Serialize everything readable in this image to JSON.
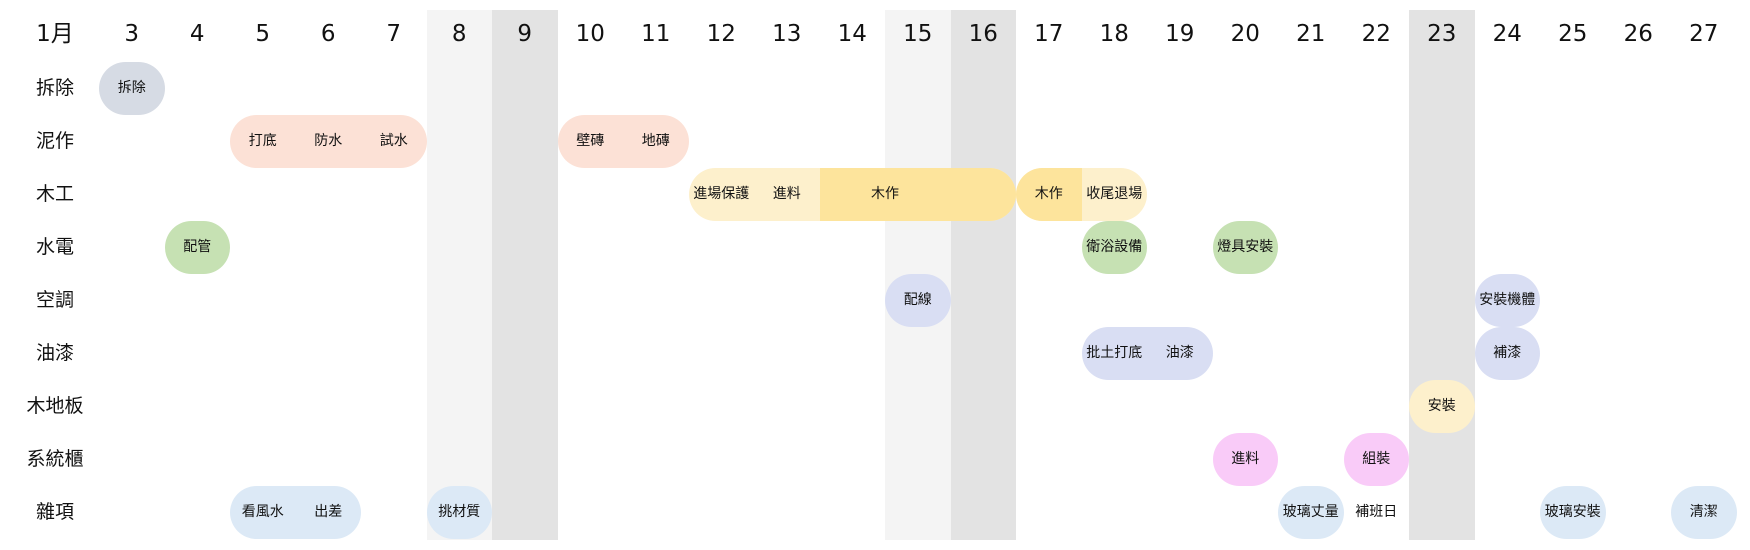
{
  "chart_data": {
    "type": "gantt",
    "month_label": "1月",
    "days": [
      3,
      4,
      5,
      6,
      7,
      8,
      9,
      10,
      11,
      12,
      13,
      14,
      15,
      16,
      17,
      18,
      19,
      20,
      21,
      22,
      23,
      24,
      25,
      26,
      27
    ],
    "shaded_days": [
      {
        "day": 8,
        "tone": "light"
      },
      {
        "day": 9,
        "tone": "dark"
      },
      {
        "day": 15,
        "tone": "light"
      },
      {
        "day": 16,
        "tone": "dark"
      },
      {
        "day": 23,
        "tone": "dark"
      }
    ],
    "rows": [
      "拆除",
      "泥作",
      "木工",
      "水電",
      "空調",
      "油漆",
      "木地板",
      "系統櫃",
      "雜項"
    ],
    "colors": {
      "gray": "#d6dbe4",
      "peach": "#fce1d6",
      "cream": "#fdf0cc",
      "yellow": "#fde49c",
      "green": "#c6e1b3",
      "lavender": "#d9def3",
      "pink": "#f9cbf8",
      "skyblue": "#dce9f6"
    },
    "tasks": [
      {
        "row": 0,
        "start": 3,
        "end": 3,
        "color": "gray",
        "labels": [
          {
            "day": 3,
            "text": "拆除"
          }
        ]
      },
      {
        "row": 1,
        "start": 5,
        "end": 7,
        "color": "peach",
        "labels": [
          {
            "day": 5,
            "text": "打底"
          },
          {
            "day": 6,
            "text": "防水"
          },
          {
            "day": 7,
            "text": "試水"
          }
        ]
      },
      {
        "row": 1,
        "start": 10,
        "end": 11,
        "color": "peach",
        "labels": [
          {
            "day": 10,
            "text": "壁磚"
          },
          {
            "day": 11,
            "text": "地磚"
          }
        ]
      },
      {
        "row": 2,
        "start": 12,
        "end": 16,
        "color": "cream",
        "segments": [
          {
            "start": 14,
            "end": 16,
            "color": "yellow"
          }
        ],
        "labels": [
          {
            "day": 12,
            "text": "進場保護"
          },
          {
            "day": 13,
            "text": "進料"
          },
          {
            "day": 14.5,
            "text": "木作"
          }
        ]
      },
      {
        "row": 2,
        "start": 17,
        "end": 18,
        "color": "cream",
        "segments": [
          {
            "start": 17,
            "end": 17,
            "color": "yellow"
          }
        ],
        "labels": [
          {
            "day": 17,
            "text": "木作"
          },
          {
            "day": 18,
            "text": "收尾退場"
          }
        ]
      },
      {
        "row": 3,
        "start": 4,
        "end": 4,
        "color": "green",
        "labels": [
          {
            "day": 4,
            "text": "配管"
          }
        ]
      },
      {
        "row": 3,
        "start": 18,
        "end": 18,
        "color": "green",
        "labels": [
          {
            "day": 18,
            "text": "衛浴設備"
          }
        ]
      },
      {
        "row": 3,
        "start": 20,
        "end": 20,
        "color": "green",
        "labels": [
          {
            "day": 20,
            "text": "燈具安裝"
          }
        ]
      },
      {
        "row": 4,
        "start": 15,
        "end": 15,
        "color": "lavender",
        "labels": [
          {
            "day": 15,
            "text": "配線"
          }
        ]
      },
      {
        "row": 4,
        "start": 24,
        "end": 24,
        "color": "lavender",
        "labels": [
          {
            "day": 24,
            "text": "安裝機體"
          }
        ]
      },
      {
        "row": 5,
        "start": 18,
        "end": 19,
        "color": "lavender",
        "labels": [
          {
            "day": 18,
            "text": "批土打底"
          },
          {
            "day": 19,
            "text": "油漆"
          }
        ]
      },
      {
        "row": 5,
        "start": 24,
        "end": 24,
        "color": "lavender",
        "labels": [
          {
            "day": 24,
            "text": "補漆"
          }
        ]
      },
      {
        "row": 6,
        "start": 23,
        "end": 23,
        "color": "cream",
        "labels": [
          {
            "day": 23,
            "text": "安裝"
          }
        ]
      },
      {
        "row": 7,
        "start": 20,
        "end": 20,
        "color": "pink",
        "labels": [
          {
            "day": 20,
            "text": "進料"
          }
        ]
      },
      {
        "row": 7,
        "start": 22,
        "end": 22,
        "color": "pink",
        "labels": [
          {
            "day": 22,
            "text": "組裝"
          }
        ]
      },
      {
        "row": 8,
        "start": 5,
        "end": 6,
        "color": "skyblue",
        "labels": [
          {
            "day": 5,
            "text": "看風水"
          },
          {
            "day": 6,
            "text": "出差"
          }
        ]
      },
      {
        "row": 8,
        "start": 8,
        "end": 8,
        "color": "skyblue",
        "labels": [
          {
            "day": 8,
            "text": "挑材質"
          }
        ]
      },
      {
        "row": 8,
        "start": 21,
        "end": 21,
        "color": "skyblue",
        "labels": [
          {
            "day": 21,
            "text": "玻璃丈量"
          }
        ]
      },
      {
        "row": 8,
        "start": 22,
        "end": 22,
        "color": "none",
        "labels": [
          {
            "day": 22,
            "text": "補班日"
          }
        ]
      },
      {
        "row": 8,
        "start": 25,
        "end": 25,
        "color": "skyblue",
        "labels": [
          {
            "day": 25,
            "text": "玻璃安裝"
          }
        ]
      },
      {
        "row": 8,
        "start": 27,
        "end": 27,
        "color": "skyblue",
        "labels": [
          {
            "day": 27,
            "text": "清潔"
          }
        ]
      }
    ]
  }
}
